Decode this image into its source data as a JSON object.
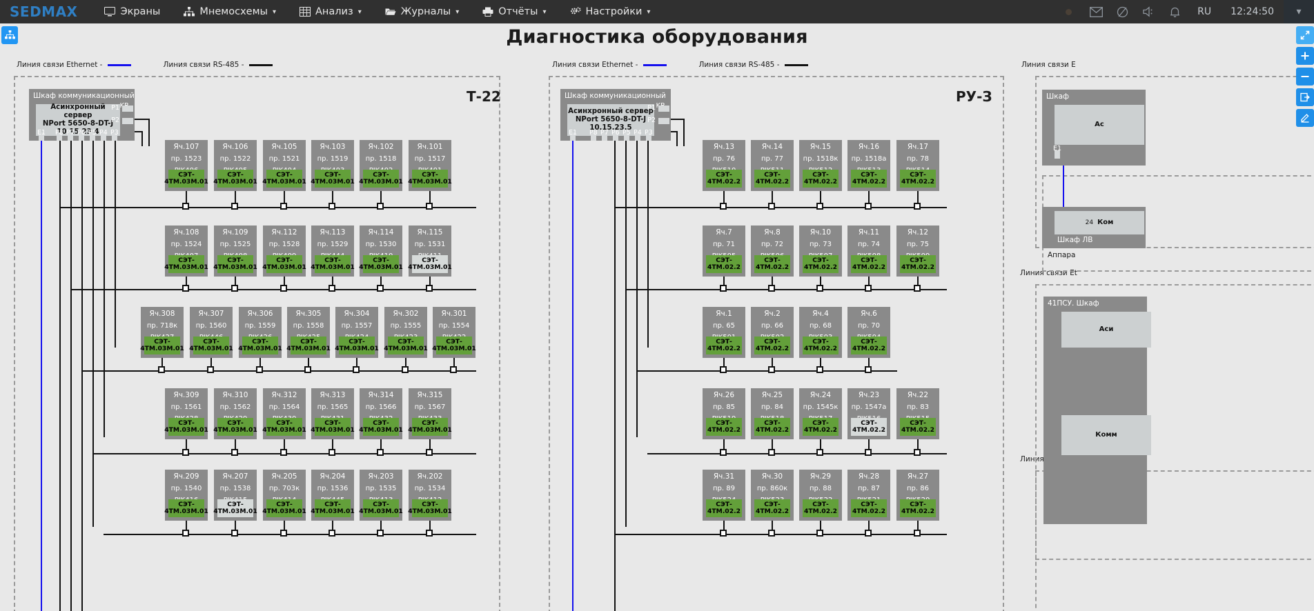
{
  "topnav": {
    "brand": "SEDMAX",
    "items": [
      {
        "label": "Экраны",
        "icon": "monitor-icon",
        "caret": false
      },
      {
        "label": "Мнемосхемы",
        "icon": "sitemap-icon",
        "caret": true
      },
      {
        "label": "Анализ",
        "icon": "table-icon",
        "caret": true
      },
      {
        "label": "Журналы",
        "icon": "folder-icon",
        "caret": true
      },
      {
        "label": "Отчёты",
        "icon": "printer-icon",
        "caret": true
      },
      {
        "label": "Настройки",
        "icon": "gears-icon",
        "caret": true
      }
    ],
    "right": {
      "mail_icon": "mail-icon",
      "noalarm_icon": "bell-slash-icon",
      "sound_icon": "speaker-icon",
      "bell_icon": "bell-icon",
      "language": "RU",
      "time": "12:24:50",
      "chevron": "chevron-down-icon"
    }
  },
  "header": {
    "title": "Диагностика оборудования",
    "left_button_icon": "sitemap-icon"
  },
  "rail": {
    "buttons": [
      {
        "icon": "expand-icon"
      },
      {
        "icon": "plus-icon"
      },
      {
        "icon": "minus-icon"
      },
      {
        "icon": "export-icon"
      },
      {
        "icon": "edit-icon"
      }
    ]
  },
  "legend": {
    "ethernet_label": "Линия связи Ethernet -",
    "rs485_label": "Линия связи RS-485   -",
    "ethernet_color": "#1510ee",
    "rs485_color": "#111111"
  },
  "colors": {
    "cell_bg": "#8a8a8a",
    "badge_ok": "#63a03a",
    "badge_off": "#d6dad9",
    "canvas_bg": "#e8e8e8",
    "topbar_bg": "#303030",
    "accent": "#2196f3"
  },
  "zones": [
    {
      "id": "t22",
      "title": "Т-22",
      "cabinet": {
        "title": "Шкаф коммуникационный",
        "kr": "KR",
        "server_line1": "Асинхронный сервер",
        "server_line2": "NPort 5650-8-DT-J",
        "server_ip": "10.15.23.4",
        "port_labels": [
          "P1",
          "P2"
        ],
        "bottom_labels": [
          "E1",
          "P8",
          "P7",
          "P6",
          "P5",
          "P4",
          "P3"
        ]
      },
      "rows": [
        {
          "cells": [
            {
              "cell": "Яч.107",
              "pr": "пр. 1523",
              "pik": "PIK406",
              "dev1": "СЭТ-",
              "dev2": "4ТМ.03М.01",
              "state": "ok"
            },
            {
              "cell": "Яч.106",
              "pr": "пр. 1522",
              "pik": "PIK405",
              "dev1": "СЭТ-",
              "dev2": "4ТМ.03М.01",
              "state": "ok"
            },
            {
              "cell": "Яч.105",
              "pr": "пр. 1521",
              "pik": "PIK404",
              "dev1": "СЭТ-",
              "dev2": "4ТМ.03М.01",
              "state": "ok"
            },
            {
              "cell": "Яч.103",
              "pr": "пр. 1519",
              "pik": "PIK403",
              "dev1": "СЭТ-",
              "dev2": "4ТМ.03М.01",
              "state": "ok"
            },
            {
              "cell": "Яч.102",
              "pr": "пр. 1518",
              "pik": "PIK402",
              "dev1": "СЭТ-",
              "dev2": "4ТМ.03М.01",
              "state": "ok"
            },
            {
              "cell": "Яч.101",
              "pr": "пр. 1517",
              "pik": "PIK401",
              "dev1": "СЭТ-",
              "dev2": "4ТМ.03М.01",
              "state": "ok"
            }
          ]
        },
        {
          "cells": [
            {
              "cell": "Яч.108",
              "pr": "пр. 1524",
              "pik": "PIK407",
              "dev1": "СЭТ-",
              "dev2": "4ТМ.03М.01",
              "state": "ok"
            },
            {
              "cell": "Яч.109",
              "pr": "пр. 1525",
              "pik": "PIK408",
              "dev1": "СЭТ-",
              "dev2": "4ТМ.03М.01",
              "state": "ok"
            },
            {
              "cell": "Яч.112",
              "pr": "пр. 1528",
              "pik": "PIK409",
              "dev1": "СЭТ-",
              "dev2": "4ТМ.03М.01",
              "state": "ok"
            },
            {
              "cell": "Яч.113",
              "pr": "пр. 1529",
              "pik": "PIK444",
              "dev1": "СЭТ-",
              "dev2": "4ТМ.03М.01",
              "state": "ok"
            },
            {
              "cell": "Яч.114",
              "pr": "пр. 1530",
              "pik": "PIK410",
              "dev1": "СЭТ-",
              "dev2": "4ТМ.03М.01",
              "state": "ok"
            },
            {
              "cell": "Яч.115",
              "pr": "пр. 1531",
              "pik": "PIK411",
              "dev1": "СЭТ-",
              "dev2": "4ТМ.03М.01",
              "state": "off"
            }
          ]
        },
        {
          "cells": [
            {
              "cell": "Яч.308",
              "pr": "пр. 718к",
              "pik": "PIK427",
              "dev1": "СЭТ-",
              "dev2": "4ТМ.03М.01",
              "state": "ok"
            },
            {
              "cell": "Яч.307",
              "pr": "пр. 1560",
              "pik": "PIK446",
              "dev1": "СЭТ-",
              "dev2": "4ТМ.03М.01",
              "state": "ok"
            },
            {
              "cell": "Яч.306",
              "pr": "пр. 1559",
              "pik": "PIK426",
              "dev1": "СЭТ-",
              "dev2": "4ТМ.03М.01",
              "state": "ok"
            },
            {
              "cell": "Яч.305",
              "pr": "пр. 1558",
              "pik": "PIK425",
              "dev1": "СЭТ-",
              "dev2": "4ТМ.03М.01",
              "state": "ok"
            },
            {
              "cell": "Яч.304",
              "pr": "пр. 1557",
              "pik": "PIK424",
              "dev1": "СЭТ-",
              "dev2": "4ТМ.03М.01",
              "state": "ok"
            },
            {
              "cell": "Яч.302",
              "pr": "пр. 1555",
              "pik": "PIK423",
              "dev1": "СЭТ-",
              "dev2": "4ТМ.03М.01",
              "state": "ok"
            },
            {
              "cell": "Яч.301",
              "pr": "пр. 1554",
              "pik": "PIK422",
              "dev1": "СЭТ-",
              "dev2": "4ТМ.03М.01",
              "state": "ok"
            }
          ]
        },
        {
          "cells": [
            {
              "cell": "Яч.309",
              "pr": "пр. 1561",
              "pik": "PIK428",
              "dev1": "СЭТ-",
              "dev2": "4ТМ.03М.01",
              "state": "ok"
            },
            {
              "cell": "Яч.310",
              "pr": "пр. 1562",
              "pik": "PIK429",
              "dev1": "СЭТ-",
              "dev2": "4ТМ.03М.01",
              "state": "ok"
            },
            {
              "cell": "Яч.312",
              "pr": "пр. 1564",
              "pik": "PIK430",
              "dev1": "СЭТ-",
              "dev2": "4ТМ.03М.01",
              "state": "ok"
            },
            {
              "cell": "Яч.313",
              "pr": "пр. 1565",
              "pik": "PIK431",
              "dev1": "СЭТ-",
              "dev2": "4ТМ.03М.01",
              "state": "ok"
            },
            {
              "cell": "Яч.314",
              "pr": "пр. 1566",
              "pik": "PIK432",
              "dev1": "СЭТ-",
              "dev2": "4ТМ.03М.01",
              "state": "ok"
            },
            {
              "cell": "Яч.315",
              "pr": "пр. 1567",
              "pik": "PIK433",
              "dev1": "СЭТ-",
              "dev2": "4ТМ.03М.01",
              "state": "ok"
            }
          ]
        },
        {
          "cells": [
            {
              "cell": "Яч.209",
              "pr": "пр. 1540",
              "pik": "PIK416",
              "dev1": "СЭТ-",
              "dev2": "4ТМ.03М.01",
              "state": "ok"
            },
            {
              "cell": "Яч.207",
              "pr": "пр. 1538",
              "pik": "PIK415",
              "dev1": "СЭТ-",
              "dev2": "4ТМ.03М.01",
              "state": "off"
            },
            {
              "cell": "Яч.205",
              "pr": "пр. 703к",
              "pik": "PIK414",
              "dev1": "СЭТ-",
              "dev2": "4ТМ.03М.01",
              "state": "ok"
            },
            {
              "cell": "Яч.204",
              "pr": "пр. 1536",
              "pik": "PIK445",
              "dev1": "СЭТ-",
              "dev2": "4ТМ.03М.01",
              "state": "ok"
            },
            {
              "cell": "Яч.203",
              "pr": "пр. 1535",
              "pik": "PIK413",
              "dev1": "СЭТ-",
              "dev2": "4ТМ.03М.01",
              "state": "ok"
            },
            {
              "cell": "Яч.202",
              "pr": "пр. 1534",
              "pik": "PIK412",
              "dev1": "СЭТ-",
              "dev2": "4ТМ.03М.01",
              "state": "ok"
            }
          ]
        }
      ]
    },
    {
      "id": "ru3",
      "title": "РУ-З",
      "cabinet": {
        "title": "Шкаф коммуникационный",
        "kr": "KR",
        "server_line1": "Асинхронный сервер",
        "server_line2": "NPort 5650-8-DT-J",
        "server_ip": "10.15.23.5",
        "port_labels": [
          "P1",
          "P2"
        ],
        "bottom_labels": [
          "E1",
          "P8",
          "P7",
          "P6",
          "P5",
          "P4",
          "P3"
        ]
      },
      "rows": [
        {
          "cells": [
            {
              "cell": "Яч.13",
              "pr": "пр. 76",
              "pik": "PIK510",
              "dev1": "СЭТ-",
              "dev2": "4ТМ.02.2",
              "state": "ok"
            },
            {
              "cell": "Яч.14",
              "pr": "пр. 77",
              "pik": "PIK511",
              "dev1": "СЭТ-",
              "dev2": "4ТМ.02.2",
              "state": "ok"
            },
            {
              "cell": "Яч.15",
              "pr": "пр. 1518к",
              "pik": "PIK512",
              "dev1": "СЭТ-",
              "dev2": "4ТМ.02.2",
              "state": "ok"
            },
            {
              "cell": "Яч.16",
              "pr": "пр. 1518а",
              "pik": "PIK513",
              "dev1": "СЭТ-",
              "dev2": "4ТМ.02.2",
              "state": "ok"
            },
            {
              "cell": "Яч.17",
              "pr": "пр. 78",
              "pik": "PIK514",
              "dev1": "СЭТ-",
              "dev2": "4ТМ.02.2",
              "state": "ok"
            }
          ]
        },
        {
          "cells": [
            {
              "cell": "Яч.7",
              "pr": "пр. 71",
              "pik": "PIK505",
              "dev1": "СЭТ-",
              "dev2": "4ТМ.02.2",
              "state": "ok"
            },
            {
              "cell": "Яч.8",
              "pr": "пр. 72",
              "pik": "PIK506",
              "dev1": "СЭТ-",
              "dev2": "4ТМ.02.2",
              "state": "ok"
            },
            {
              "cell": "Яч.10",
              "pr": "пр. 73",
              "pik": "PIK507",
              "dev1": "СЭТ-",
              "dev2": "4ТМ.02.2",
              "state": "ok"
            },
            {
              "cell": "Яч.11",
              "pr": "пр. 74",
              "pik": "PIK508",
              "dev1": "СЭТ-",
              "dev2": "4ТМ.02.2",
              "state": "ok"
            },
            {
              "cell": "Яч.12",
              "pr": "пр. 75",
              "pik": "PIK509",
              "dev1": "СЭТ-",
              "dev2": "4ТМ.02.2",
              "state": "ok"
            }
          ]
        },
        {
          "cells": [
            {
              "cell": "Яч.1",
              "pr": "пр. 65",
              "pik": "PIK501",
              "dev1": "СЭТ-",
              "dev2": "4ТМ.02.2",
              "state": "ok"
            },
            {
              "cell": "Яч.2",
              "pr": "пр. 66",
              "pik": "PIK502",
              "dev1": "СЭТ-",
              "dev2": "4ТМ.02.2",
              "state": "ok"
            },
            {
              "cell": "Яч.4",
              "pr": "пр. 68",
              "pik": "PIK503",
              "dev1": "СЭТ-",
              "dev2": "4ТМ.02.2",
              "state": "ok"
            },
            {
              "cell": "Яч.6",
              "pr": "пр. 70",
              "pik": "PIK504",
              "dev1": "СЭТ-",
              "dev2": "4ТМ.02.2",
              "state": "ok"
            }
          ]
        },
        {
          "cells": [
            {
              "cell": "Яч.26",
              "pr": "пр. 85",
              "pik": "PIK519",
              "dev1": "СЭТ-",
              "dev2": "4ТМ.02.2",
              "state": "ok"
            },
            {
              "cell": "Яч.25",
              "pr": "пр. 84",
              "pik": "PIK518",
              "dev1": "СЭТ-",
              "dev2": "4ТМ.02.2",
              "state": "ok"
            },
            {
              "cell": "Яч.24",
              "pr": "пр. 1545к",
              "pik": "PIK517",
              "dev1": "СЭТ-",
              "dev2": "4ТМ.02.2",
              "state": "ok"
            },
            {
              "cell": "Яч.23",
              "pr": "пр. 1547а",
              "pik": "PIK516",
              "dev1": "СЭТ-",
              "dev2": "4ТМ.02.2",
              "state": "off"
            },
            {
              "cell": "Яч.22",
              "pr": "пр. 83",
              "pik": "PIK515",
              "dev1": "СЭТ-",
              "dev2": "4ТМ.02.2",
              "state": "ok"
            }
          ]
        },
        {
          "cells": [
            {
              "cell": "Яч.31",
              "pr": "пр. 89",
              "pik": "PIK524",
              "dev1": "СЭТ-",
              "dev2": "4ТМ.02.2",
              "state": "ok"
            },
            {
              "cell": "Яч.30",
              "pr": "пр. 860к",
              "pik": "PIK523",
              "dev1": "СЭТ-",
              "dev2": "4ТМ.02.2",
              "state": "ok"
            },
            {
              "cell": "Яч.29",
              "pr": "пр. 88",
              "pik": "PIK522",
              "dev1": "СЭТ-",
              "dev2": "4ТМ.02.2",
              "state": "ok"
            },
            {
              "cell": "Яч.28",
              "pr": "пр. 87",
              "pik": "PIK521",
              "dev1": "СЭТ-",
              "dev2": "4ТМ.02.2",
              "state": "ok"
            },
            {
              "cell": "Яч.27",
              "pr": "пр. 86",
              "pik": "PIK520",
              "dev1": "СЭТ-",
              "dev2": "4ТМ.02.2",
              "state": "ok"
            }
          ]
        }
      ]
    }
  ],
  "right_panel": {
    "legend_top": "Линия связи E",
    "legend_mid": "Линия связи Et",
    "cabinet_title": "Шкаф",
    "cabinet_server": "Ас",
    "cabinet_e1": "E1",
    "lvs_num": "24",
    "lvs_label": "Ком",
    "lvs_title": "Шкаф ЛВ",
    "apparat": "Аппара",
    "psu_title": "41ПСУ. Шкаф",
    "psu_server": "Аси",
    "psu_comm": "Комм"
  }
}
